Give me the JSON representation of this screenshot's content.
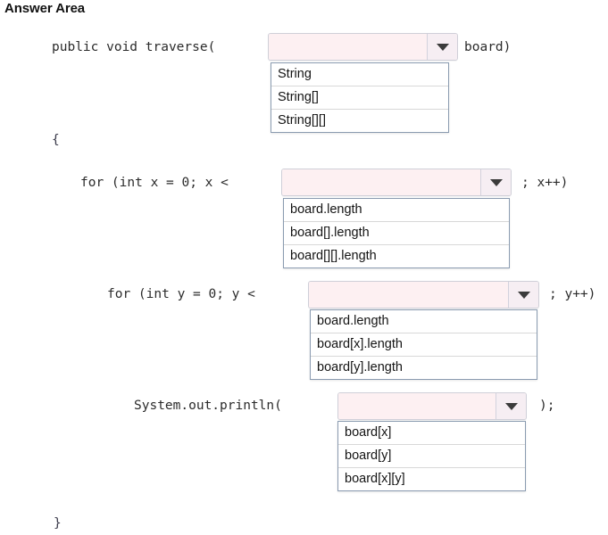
{
  "page": {
    "title": "Answer Area"
  },
  "code": {
    "line_signature": "public void traverse(",
    "signature_tail": "board)",
    "open_brace": "{",
    "line_for_x": "for (int x = 0; x <",
    "for_x_tail": "; x++)",
    "line_for_y": "for (int y = 0; y <",
    "for_y_tail": "; y++)",
    "line_println": "System.out.println(",
    "println_tail": ");",
    "close_brace": "}"
  },
  "dropdowns": [
    {
      "id": "parameter-type",
      "value": "",
      "placeholder": "",
      "arrow_icon": "chevron-down-icon",
      "options": [
        "String",
        "String[]",
        "String[][]"
      ]
    },
    {
      "id": "outer-loop-bound",
      "value": "",
      "placeholder": "",
      "arrow_icon": "chevron-down-icon",
      "options": [
        "board.length",
        "board[].length",
        "board[][].length"
      ]
    },
    {
      "id": "inner-loop-bound",
      "value": "",
      "placeholder": "",
      "arrow_icon": "chevron-down-icon",
      "options": [
        "board.length",
        "board[x].length",
        "board[y].length"
      ]
    },
    {
      "id": "println-argument",
      "value": "",
      "placeholder": "",
      "arrow_icon": "chevron-down-icon",
      "options": [
        "board[x]",
        "board[y]",
        "board[x][y]"
      ]
    }
  ],
  "colors": {
    "field_background": "#fdf0f2",
    "field_border": "#cfcfd8",
    "arrow_background": "#f6eef3",
    "list_border": "#8a9bb0",
    "list_separator": "#d8d8d8",
    "text": "#141414",
    "code_text": "#2b2b2b",
    "page_background": "#ffffff"
  }
}
